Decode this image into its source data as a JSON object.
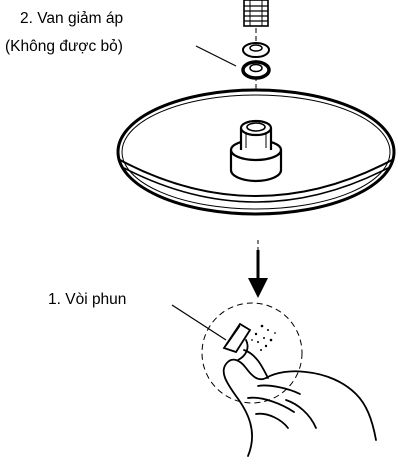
{
  "callouts": {
    "valve": {
      "line1": "2. Van giảm áp",
      "line2": "(Không được bỏ)"
    },
    "nozzle": "1. Vòi phun"
  }
}
